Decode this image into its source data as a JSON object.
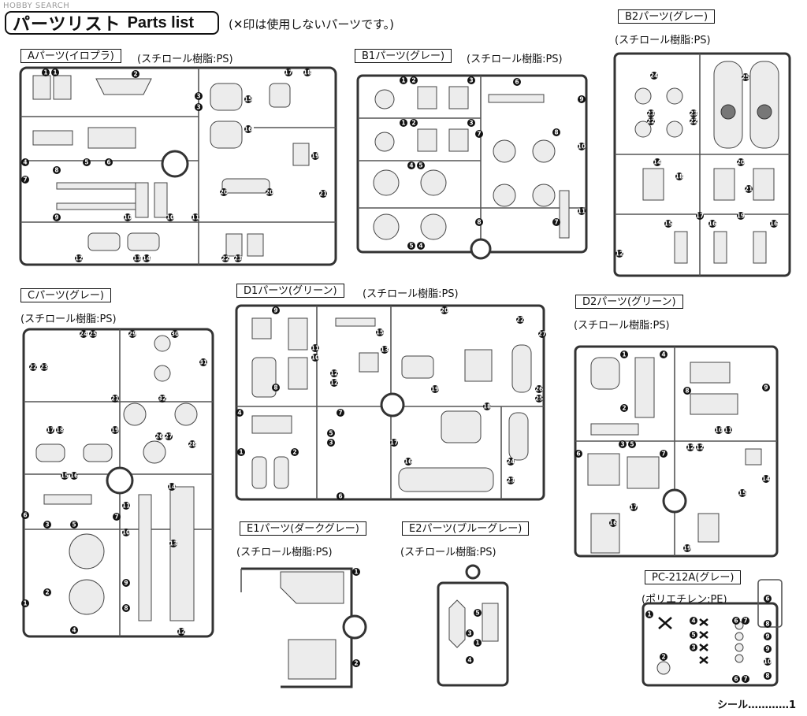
{
  "watermark": "HOBBY SEARCH",
  "title": {
    "jp": "パーツリスト",
    "en": "Parts list"
  },
  "note": "(✕印は使用しないパーツです。)",
  "runners": {
    "A": {
      "label": "Aパーツ(イロプラ)",
      "resin": "(スチロール樹脂:PS)",
      "numbers": [
        "1",
        "1",
        "2",
        "3",
        "3",
        "15",
        "17",
        "18",
        "4",
        "5",
        "6",
        "16",
        "19",
        "7",
        "8",
        "9",
        "10",
        "10",
        "20",
        "20",
        "21",
        "11",
        "12",
        "13",
        "14",
        "22",
        "23"
      ]
    },
    "B1": {
      "label": "B1パーツ(グレー)",
      "resin": "(スチロール樹脂:PS)",
      "numbers": [
        "1",
        "2",
        "3",
        "6",
        "9",
        "1",
        "2",
        "3",
        "7",
        "8",
        "10",
        "4",
        "5",
        "11",
        "5",
        "4",
        "8",
        "7"
      ]
    },
    "B2": {
      "label": "B2パーツ(グレー)",
      "resin": "(スチロール樹脂:PS)",
      "numbers": [
        "24",
        "25",
        "23",
        "23",
        "22",
        "22",
        "14",
        "20",
        "21",
        "18",
        "17",
        "19",
        "15",
        "16",
        "16",
        "12"
      ]
    },
    "C": {
      "label": "Cパーツ(グレー)",
      "resin": "(スチロール樹脂:PS)",
      "numbers": [
        "24",
        "25",
        "29",
        "30",
        "31",
        "22",
        "23",
        "21",
        "32",
        "17",
        "18",
        "19",
        "26",
        "27",
        "28",
        "15",
        "16",
        "14",
        "6",
        "7",
        "11",
        "3",
        "5",
        "10",
        "13",
        "2",
        "9",
        "1",
        "4",
        "8",
        "12"
      ]
    },
    "D1": {
      "label": "D1パーツ(グリーン)",
      "resin": "(スチロール樹脂:PS)",
      "numbers": [
        "9",
        "15",
        "20",
        "22",
        "11",
        "10",
        "13",
        "27",
        "12",
        "12",
        "8",
        "19",
        "26",
        "25",
        "4",
        "7",
        "18",
        "3",
        "1",
        "2",
        "5",
        "17",
        "24",
        "23",
        "6",
        "16"
      ]
    },
    "D2": {
      "label": "D2パーツ(グリーン)",
      "resin": "(スチロール樹脂:PS)",
      "numbers": [
        "1",
        "4",
        "9",
        "8",
        "2",
        "10",
        "11",
        "3",
        "5",
        "7",
        "12",
        "12",
        "6",
        "14",
        "15",
        "17",
        "16",
        "19"
      ]
    },
    "E1": {
      "label": "E1パーツ(ダークグレー)",
      "resin": "(スチロール樹脂:PS)",
      "numbers": [
        "1",
        "2"
      ]
    },
    "E2": {
      "label": "E2パーツ(ブルーグレー)",
      "resin": "(スチロール樹脂:PS)",
      "numbers": [
        "5",
        "3",
        "1",
        "4"
      ]
    },
    "PC": {
      "label": "PC-212A(グレー)",
      "resin": "(ポリエチレン:PE)",
      "numbers": [
        "6",
        "1",
        "4",
        "6",
        "7",
        "8",
        "5",
        "9",
        "3",
        "9",
        "2",
        "10",
        "6",
        "7",
        "8"
      ]
    }
  },
  "seal": "シール…………1"
}
